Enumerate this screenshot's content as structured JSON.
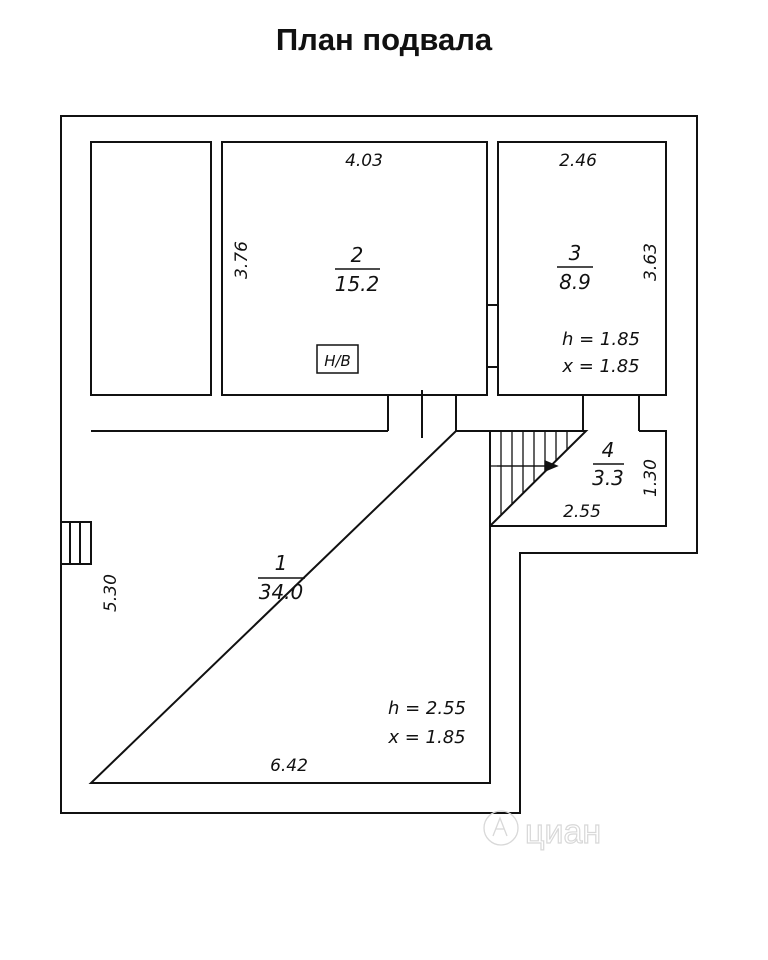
{
  "title": "План подвала",
  "rooms": [
    {
      "number": "1",
      "area": "34.0"
    },
    {
      "number": "2",
      "area": "15.2"
    },
    {
      "number": "3",
      "area": "8.9"
    },
    {
      "number": "4",
      "area": "3.3"
    }
  ],
  "dimensions": {
    "r2_width": "4.03",
    "r2_height": "3.76",
    "r3_width": "2.46",
    "r3_height": "3.63",
    "r4_width": "2.55",
    "r4_height": "1.30",
    "r1_width": "6.42",
    "r1_height": "5.30"
  },
  "heights": {
    "r3_h": "h = 1.85",
    "r3_x": "x = 1.85",
    "r1_h": "h = 2.55",
    "r1_x": "x = 1.85"
  },
  "utility_label": "Н/В",
  "watermark": "циан"
}
